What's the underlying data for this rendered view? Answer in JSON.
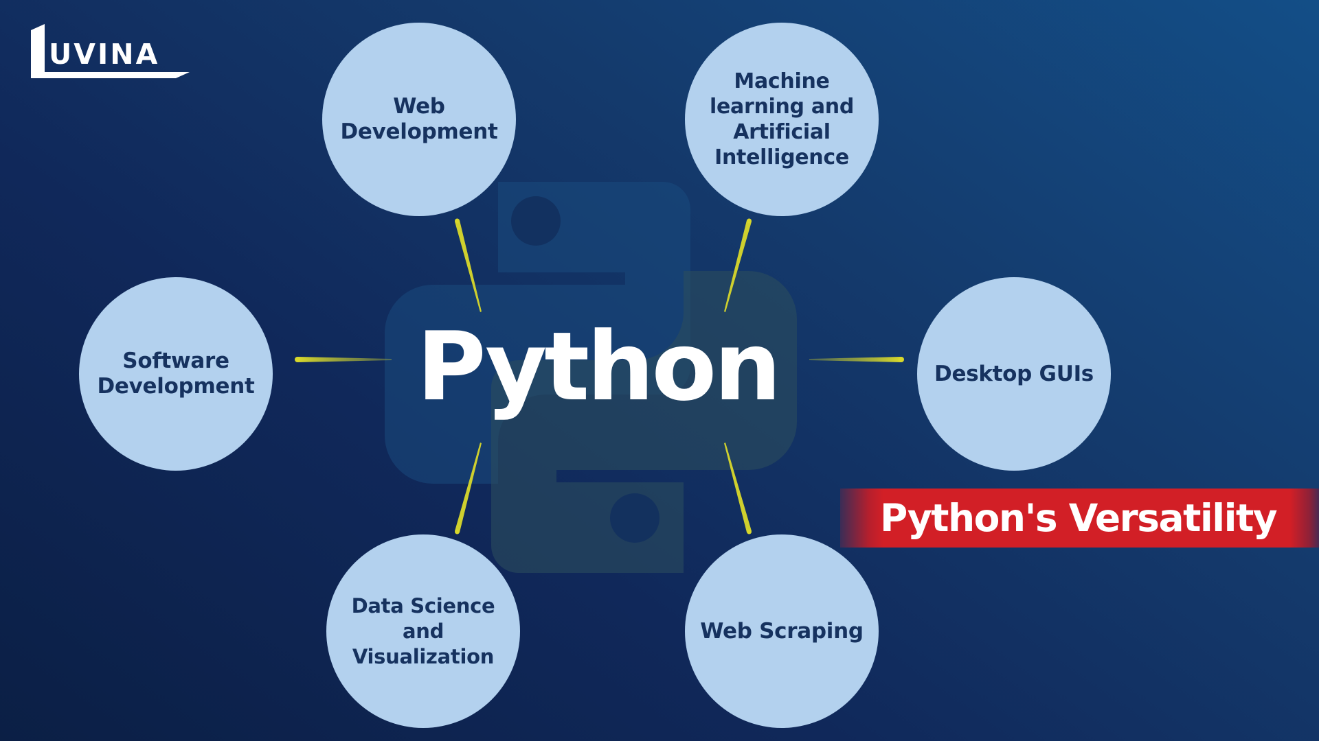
{
  "brand": {
    "name": "UVINA",
    "logo_letter": "L",
    "full_name": "LUVINA"
  },
  "center": {
    "title": "Python"
  },
  "banner": {
    "title": "Python's Versatility",
    "color": "#d21f26"
  },
  "topics": [
    {
      "id": "web-development",
      "label": "Web\nDevelopment"
    },
    {
      "id": "machine-learning-ai",
      "label": "Machine\nlearning and\nArtificial\nIntelligence"
    },
    {
      "id": "software-development",
      "label": "Software\nDevelopment"
    },
    {
      "id": "desktop-guis",
      "label": "Desktop GUIs"
    },
    {
      "id": "data-science-visualization",
      "label": "Data Science\nand\nVisualization"
    },
    {
      "id": "web-scraping",
      "label": "Web Scraping"
    }
  ],
  "colors": {
    "background_start": "#0b1f45",
    "background_end": "#134e87",
    "circle_fill": "#b3d1ee",
    "circle_text": "#16325f",
    "connector": "#d6d62a",
    "title_text": "#ffffff"
  }
}
